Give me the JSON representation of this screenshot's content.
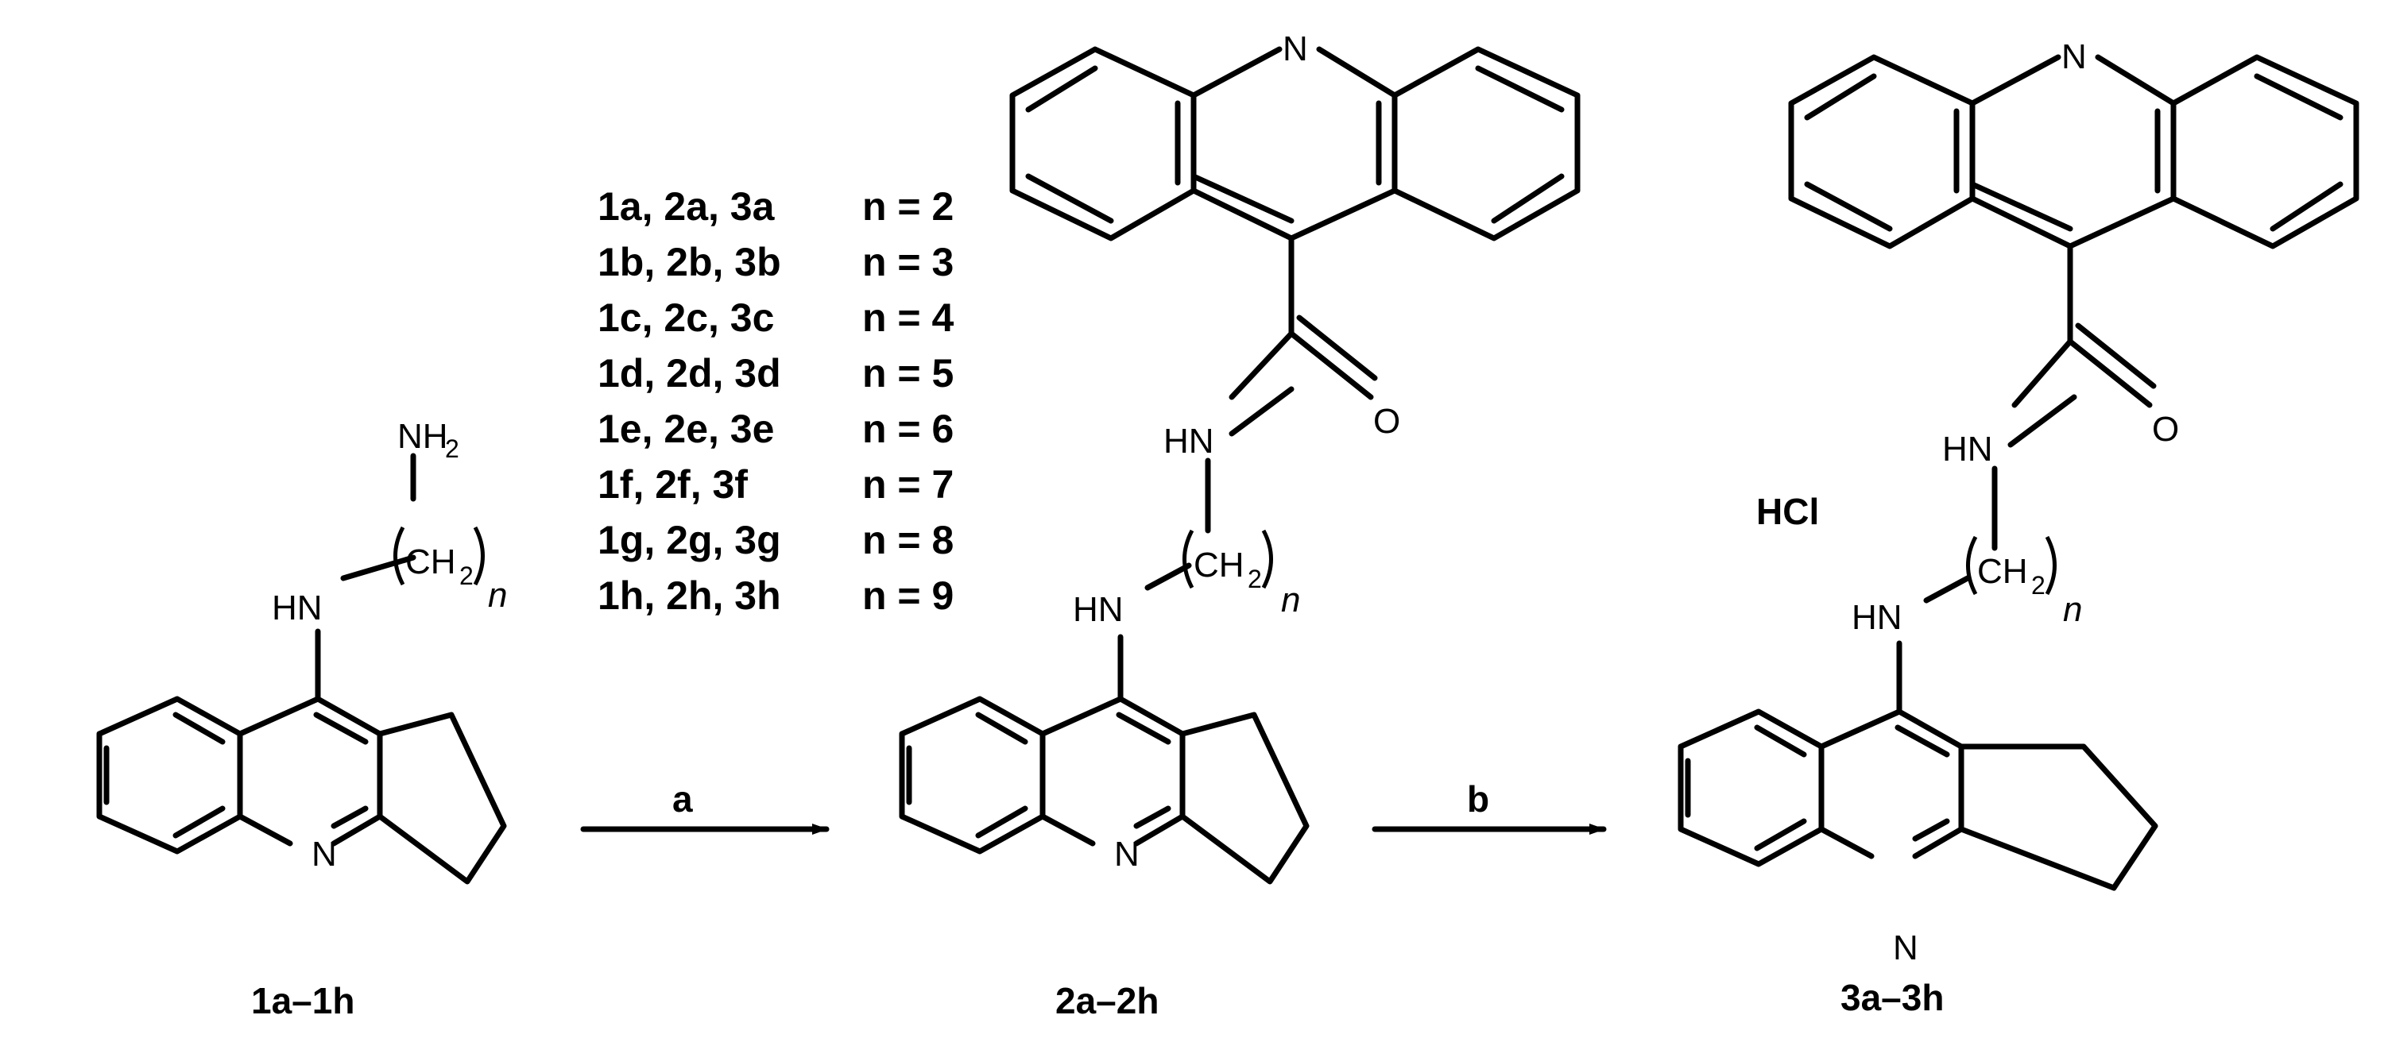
{
  "legend": [
    {
      "compounds": "1a, 2a, 3a",
      "n": "n = 2"
    },
    {
      "compounds": "1b, 2b, 3b",
      "n": "n = 3"
    },
    {
      "compounds": "1c, 2c, 3c",
      "n": "n = 4"
    },
    {
      "compounds": "1d, 2d, 3d",
      "n": "n = 5"
    },
    {
      "compounds": "1e, 2e, 3e",
      "n": "n = 6"
    },
    {
      "compounds": "1f, 2f, 3f",
      "n": "n = 7"
    },
    {
      "compounds": "1g, 2g, 3g",
      "n": "n = 8"
    },
    {
      "compounds": "1h, 2h, 3h",
      "n": "n = 9"
    }
  ],
  "compounds": {
    "c1": {
      "label": "1a–1h"
    },
    "c2": {
      "label": "2a–2h"
    },
    "c3": {
      "label": "3a–3h"
    }
  },
  "arrows": {
    "a": {
      "label": "a"
    },
    "b": {
      "label": "b"
    }
  },
  "atoms": {
    "N": "N",
    "NH": "HN",
    "NH2": "NH",
    "NH2_sub": "2",
    "CH": "CH",
    "CH_sub": "2",
    "O": "O",
    "n": "n"
  },
  "salt": "HCl"
}
